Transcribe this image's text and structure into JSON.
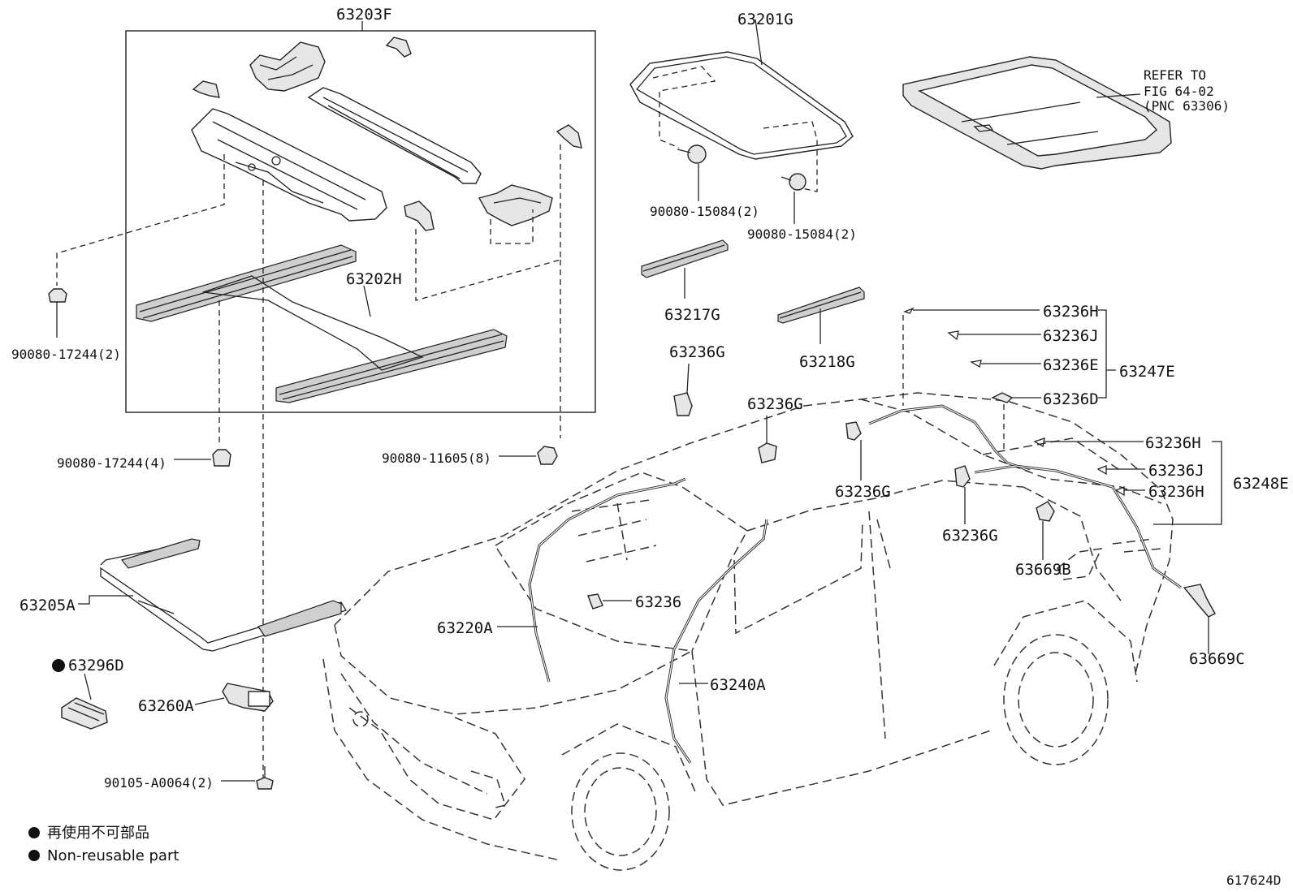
{
  "labels": {
    "l_63203F": "63203F",
    "l_63201G": "63201G",
    "l_refer1": "REFER TO",
    "l_refer2": "FIG 64-02",
    "l_refer3": "(PNC 63306)",
    "l_9008015084a": "90080-15084(2)",
    "l_9008015084b": "90080-15084(2)",
    "l_63202H": "63202H",
    "l_9008017244a": "90080-17244(2)",
    "l_9008017244b": "90080-17244(4)",
    "l_9008011605": "90080-11605(8)",
    "l_63217G": "63217G",
    "l_63218G": "63218G",
    "l_63236G_a": "63236G",
    "l_63236G_b": "63236G",
    "l_63236G_c": "63236G",
    "l_63236G_d": "63236G",
    "l_63236H_a": "63236H",
    "l_63236J_a": "63236J",
    "l_63236E": "63236E",
    "l_63236D": "63236D",
    "l_63247E": "63247E",
    "l_63236H_b": "63236H",
    "l_63236J_b": "63236J",
    "l_63236H_c": "63236H",
    "l_63248E": "63248E",
    "l_63669B": "63669B",
    "l_63669C": "63669C",
    "l_63205A": "63205A",
    "l_63296D": "63296D",
    "l_63260A": "63260A",
    "l_9010500064": "90105-A0064(2)",
    "l_63236": "63236",
    "l_63220A": "63220A",
    "l_63240A": "63240A",
    "l_code": "617624D"
  },
  "legend": {
    "line1": "再使用不可部品",
    "line2": "Non-reusable part"
  }
}
